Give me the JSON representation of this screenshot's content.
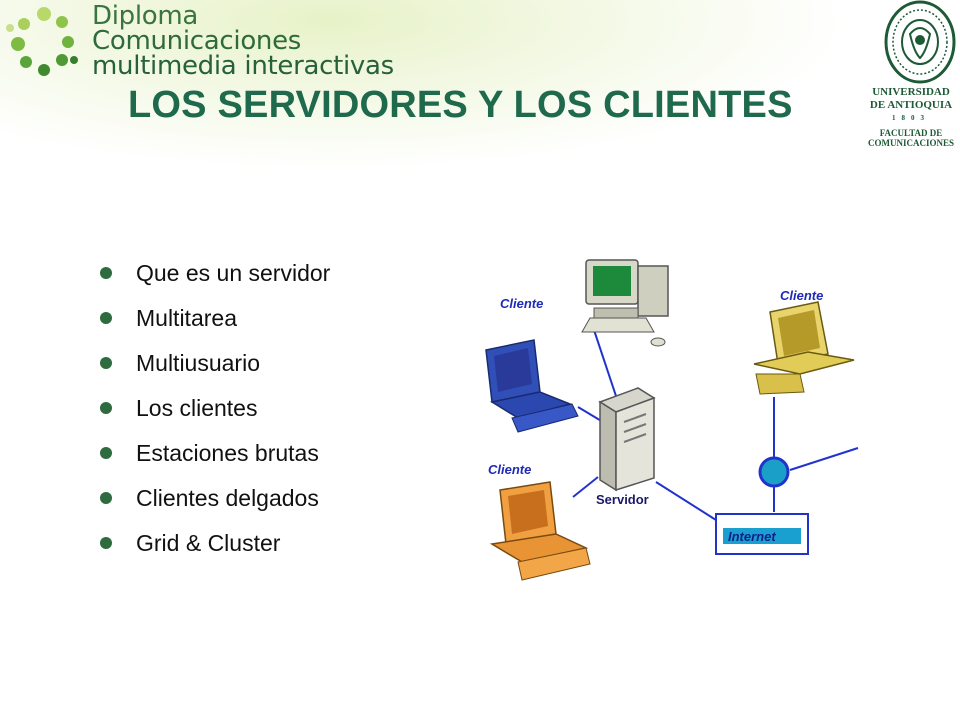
{
  "brand": {
    "line1": "Diploma",
    "line2": "Comunicaciones",
    "line3": "multimedia interactivas"
  },
  "title": "LOS SERVIDORES Y LOS CLIENTES",
  "university": {
    "name_line1": "UNIVERSIDAD",
    "name_line2": "DE ANTIOQUIA",
    "year": "1803",
    "faculty_line1": "FACULTAD DE",
    "faculty_line2": "COMUNICACIONES"
  },
  "bullets": [
    "Que es un servidor",
    "Multitarea",
    "Multiusuario",
    "Los clientes",
    "Estaciones brutas",
    "Clientes delgados",
    "Grid & Cluster"
  ],
  "diagram": {
    "client_label_left_top": "Cliente",
    "client_label_right_top": "Cliente",
    "client_label_left_bottom": "Cliente",
    "server_label": "Servidor",
    "internet_label": "Internet"
  },
  "colors": {
    "title": "#1f6a4d",
    "bullet": "#2e6b3f",
    "brand": "#2f6b3a",
    "diagram_line": "#2233cc"
  }
}
